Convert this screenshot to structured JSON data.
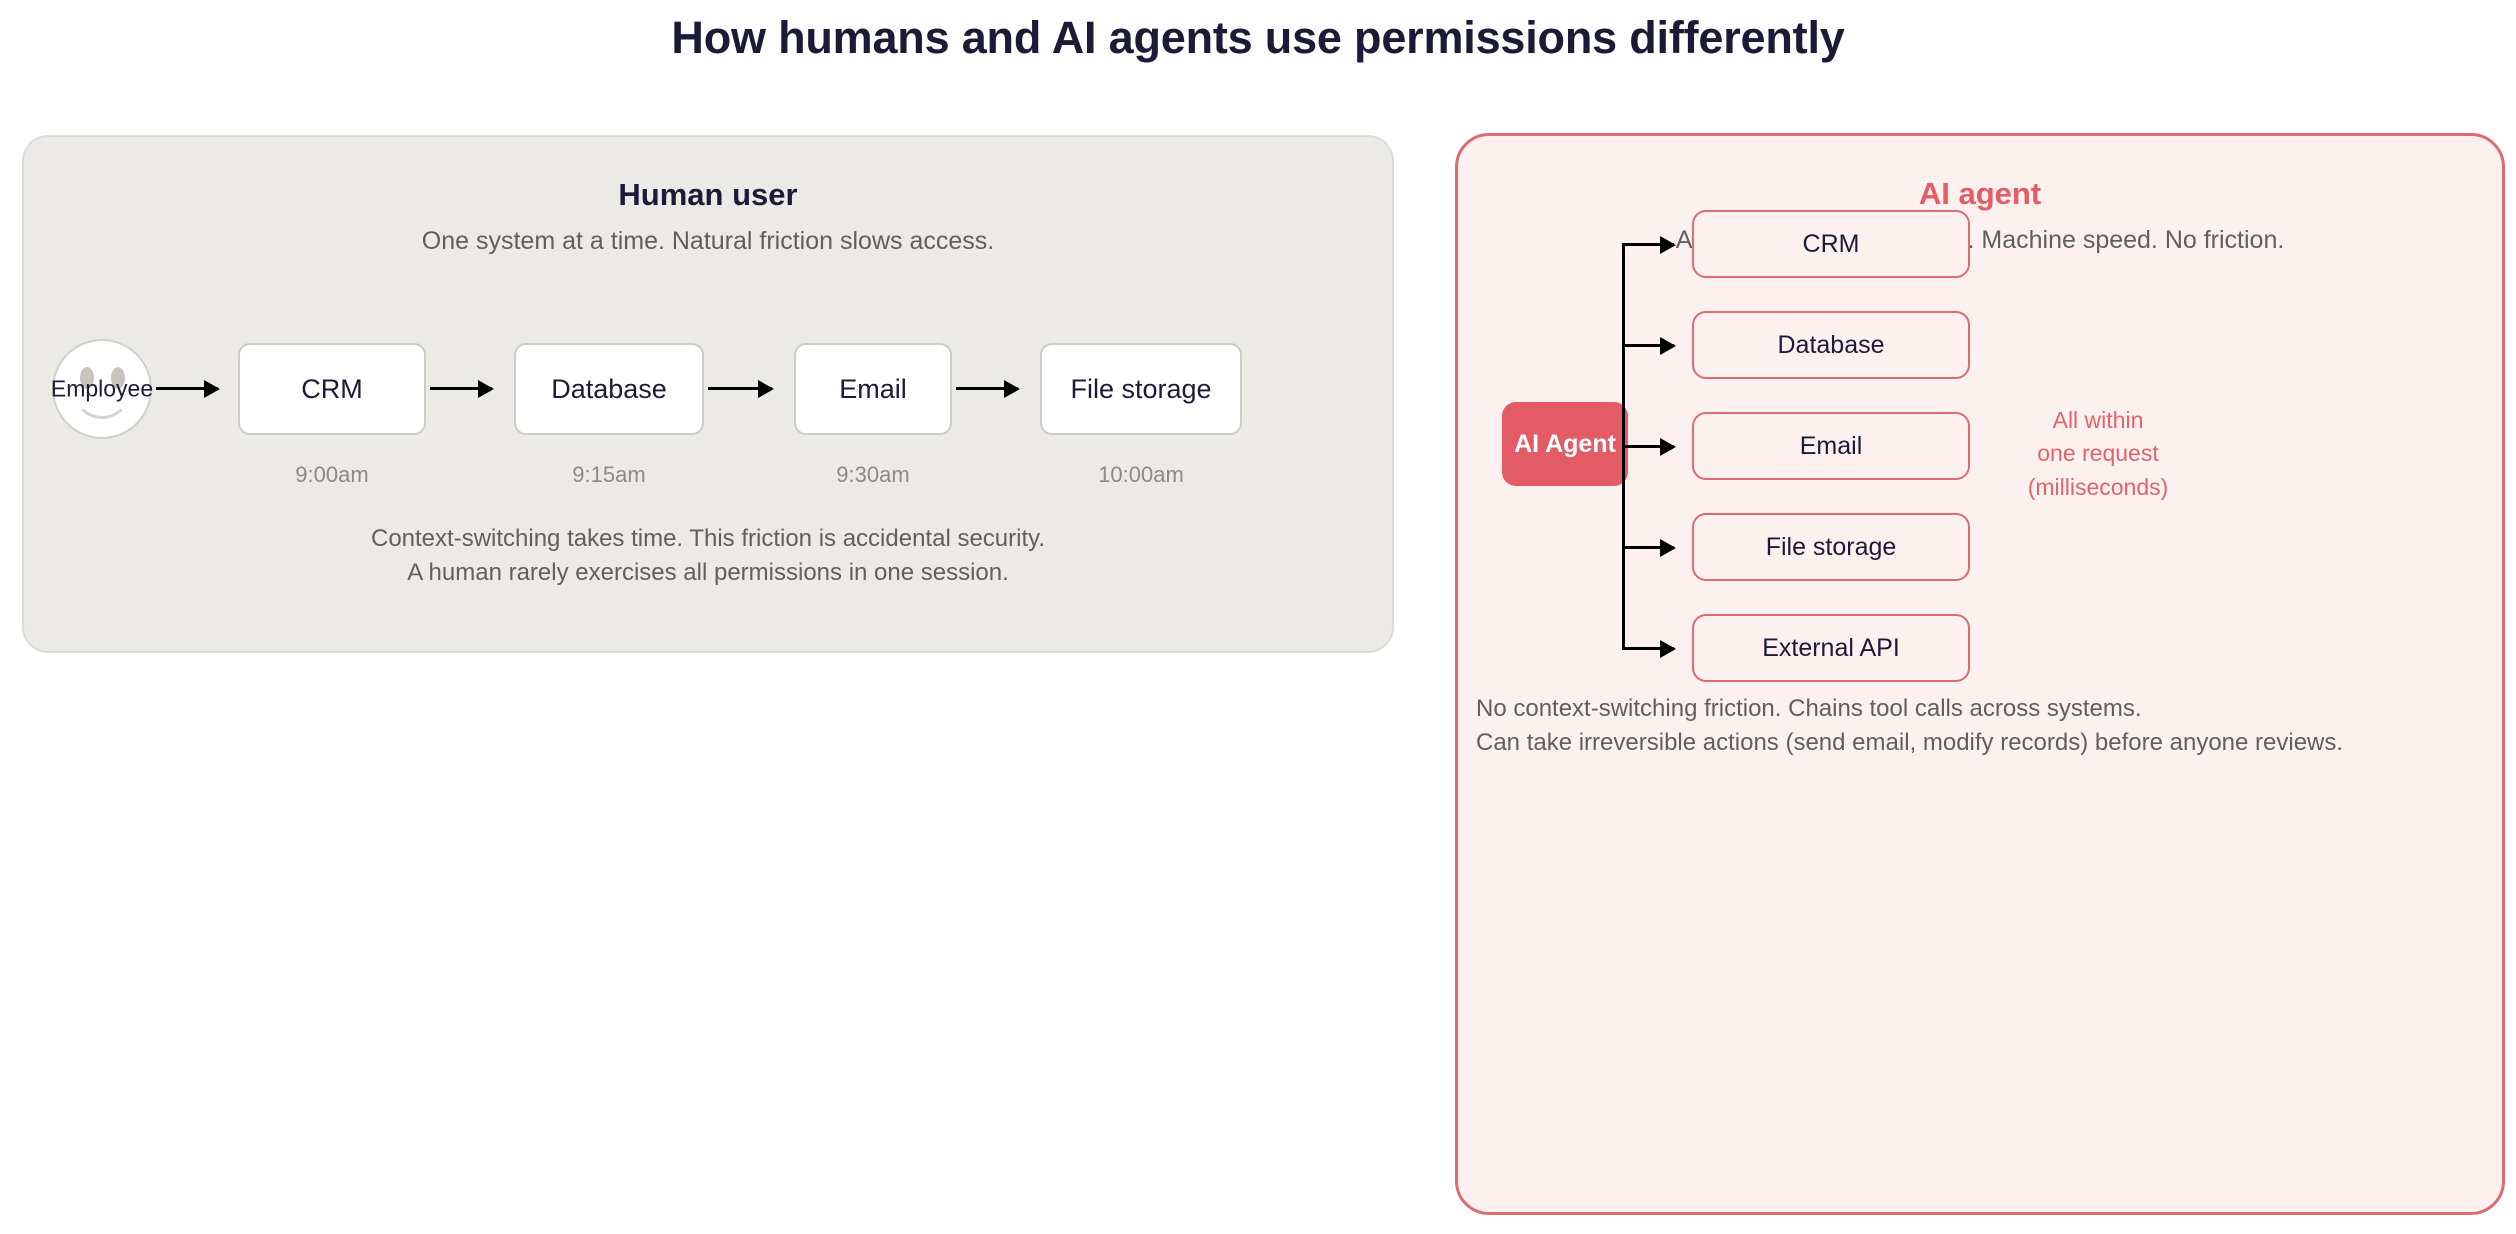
{
  "title": "How humans and AI agents use permissions differently",
  "colors": {
    "title": "#1b1b38",
    "human_panel_bg": "#ECEAE7",
    "human_panel_border": "#DFDCD7",
    "agent_panel_bg": "#FDF1EF",
    "agent_panel_border": "#DE6B72",
    "agent_accent": "#E35C66",
    "agent_box_fill": "#E25B65",
    "muted_text": "#5f5f5f",
    "timestamp_text": "#8d8a85"
  },
  "human_panel": {
    "heading": "Human user",
    "subtitle": "One system at a time. Natural friction slows access.",
    "actor": {
      "label": "Employee",
      "icon": "smiley-face-icon"
    },
    "steps": [
      {
        "label": "CRM",
        "time": "9:00am"
      },
      {
        "label": "Database",
        "time": "9:15am"
      },
      {
        "label": "Email",
        "time": "9:30am"
      },
      {
        "label": "File storage",
        "time": "10:00am"
      }
    ],
    "footnote": "Context-switching takes time. This friction is accidental security.\nA human rarely exercises all permissions in one session."
  },
  "agent_panel": {
    "heading": "AI agent",
    "subtitle": "All systems in one request. Machine speed. No friction.",
    "actor": {
      "label": "AI Agent"
    },
    "targets": [
      {
        "label": "CRM"
      },
      {
        "label": "Database"
      },
      {
        "label": "Email"
      },
      {
        "label": "File storage"
      },
      {
        "label": "External API"
      }
    ],
    "annotation": "All within\none request\n(milliseconds)",
    "footnote": "No context-switching friction. Chains tool calls across systems.\nCan take irreversible actions (send email, modify records) before anyone reviews."
  }
}
